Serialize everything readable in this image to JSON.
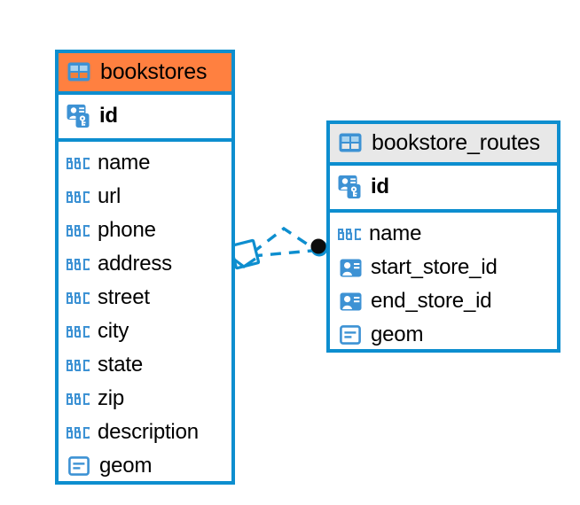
{
  "diagram": {
    "type": "entity-relationship-diagram",
    "background_color": "#ffffff",
    "accent_color": "#0d8ecf",
    "highlight_color": "#ff8040",
    "header_gray": "#e8e8e8"
  },
  "entities": [
    {
      "name": "bookstores",
      "header_icon": "table-icon",
      "header_style": "orange",
      "primary_key": {
        "label": "id",
        "icon": "primary-key-icon"
      },
      "fields": [
        {
          "label": "name",
          "icon": "abc-icon"
        },
        {
          "label": "url",
          "icon": "abc-icon"
        },
        {
          "label": "phone",
          "icon": "abc-icon"
        },
        {
          "label": "address",
          "icon": "abc-icon"
        },
        {
          "label": "street",
          "icon": "abc-icon"
        },
        {
          "label": "city",
          "icon": "abc-icon"
        },
        {
          "label": "state",
          "icon": "abc-icon"
        },
        {
          "label": "zip",
          "icon": "abc-icon"
        },
        {
          "label": "description",
          "icon": "abc-icon"
        },
        {
          "label": "geom",
          "icon": "geometry-icon"
        }
      ]
    },
    {
      "name": "bookstore_routes",
      "header_icon": "table-icon",
      "header_style": "gray",
      "primary_key": {
        "label": "id",
        "icon": "primary-key-icon"
      },
      "fields": [
        {
          "label": "name",
          "icon": "abc-icon"
        },
        {
          "label": "start_store_id",
          "icon": "foreign-key-icon"
        },
        {
          "label": "end_store_id",
          "icon": "foreign-key-icon"
        },
        {
          "label": "geom",
          "icon": "geometry-icon"
        }
      ]
    }
  ],
  "relationship": {
    "source_marker": "diamond-marker",
    "target_marker": "filled-circle-marker",
    "line_style": "dashed",
    "line_color": "#0d8ecf"
  }
}
